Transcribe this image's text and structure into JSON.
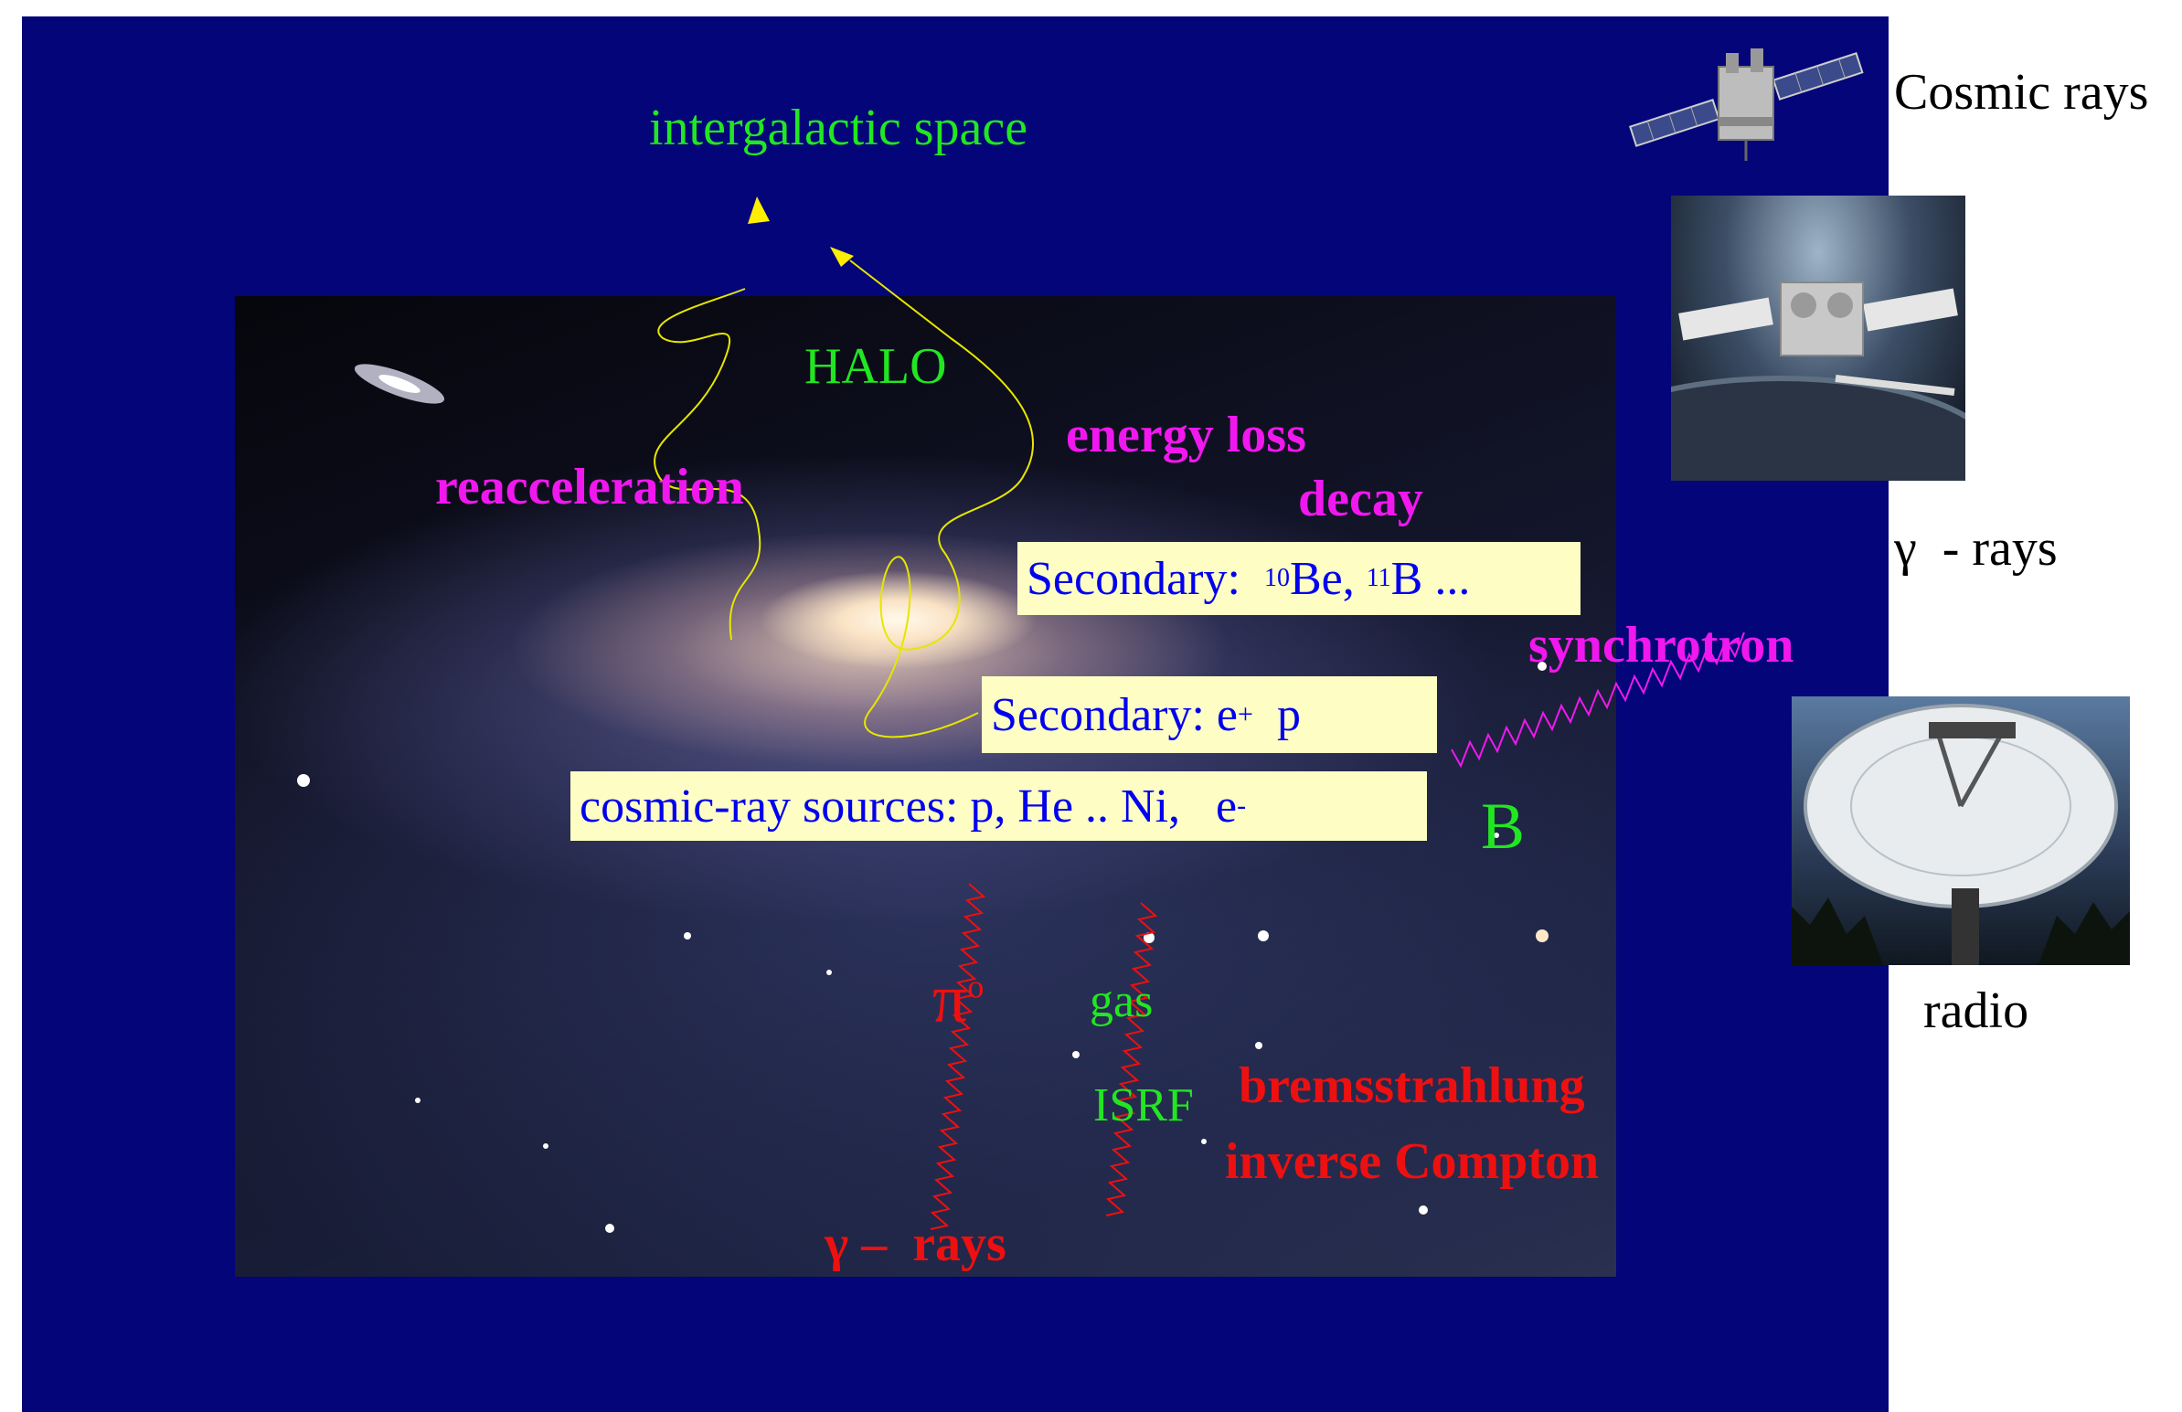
{
  "labels": {
    "intergalactic": "intergalactic space",
    "halo": "HALO",
    "reacceleration": "reacceleration",
    "energy_loss": "energy loss",
    "decay": "decay",
    "synchrotron": "synchrotron",
    "b_field": "B",
    "pi0": "π",
    "pi0_sup": "o",
    "gas": "gas",
    "isrf": "ISRF",
    "bremsstrahlung": "bremsstrahlung",
    "inverse_compton": "inverse Compton",
    "gamma_bottom": "γ –  rays"
  },
  "boxes": {
    "secondary_be_b": {
      "prefix": "Secondary:  ",
      "iso1": "10",
      "el1": "Be, ",
      "iso2": "11",
      "el2": "B ..."
    },
    "secondary_ep": {
      "prefix": "Secondary: e",
      "sup": "+",
      "suffix": "  p"
    },
    "sources": {
      "text": "cosmic-ray sources: p, He .. Ni,   e",
      "sup": "-"
    }
  },
  "right_column": {
    "cosmic_rays": "Cosmic rays",
    "gamma_rays": "γ  - rays",
    "radio": "radio"
  },
  "colors": {
    "background": "#030579",
    "box_fill": "#fdfdc4",
    "box_text": "#0000ee",
    "green": "#22e622",
    "pink": "#f018ee",
    "red": "#ee1010",
    "arrow": "#ffee00"
  },
  "icons": [
    "satellite-icon",
    "gamma-ray-observatory-photo",
    "radio-telescope-photo",
    "galaxy-image"
  ]
}
